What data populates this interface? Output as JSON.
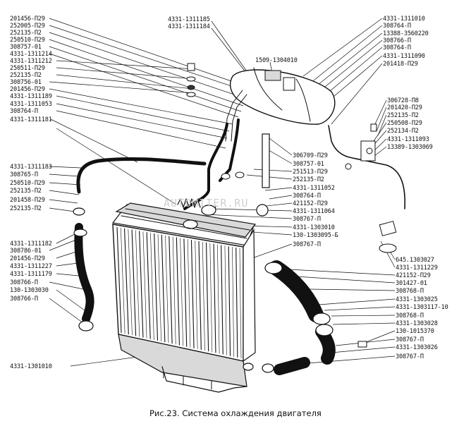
{
  "caption": "Рис.23. Система охлаждения двигателя",
  "watermark": "AUTOMITER.RU",
  "labels_left": [
    "201456-П29",
    "252005-П29",
    "252135-П2",
    "250510-П29",
    "308757-01",
    "4331-1311214",
    "4331-1311212",
    "250511-П29",
    "252135-П2",
    "308756-01",
    "201456-П29",
    "4331-1311189",
    "4331-1311053",
    "308764-П",
    "4331-1311181",
    "4331-1311183",
    "308765-П",
    "250510-П29",
    "252135-П2",
    "201458-П29",
    "252135-П2",
    "4331-1311182",
    "308786-01",
    "201456-П29",
    "4331-1311227",
    "4331-1311179",
    "308766-П",
    "130-1303030",
    "308766-П",
    "4331-1301010"
  ],
  "labels_top": [
    "4331-1311185",
    "4331-1311184",
    "1509-1304010"
  ],
  "labels_right_upper": [
    "4331-1311010",
    "308764-П",
    "13388-3560220",
    "308766-П",
    "308764-П",
    "4331-1311090",
    "201418-П29"
  ],
  "labels_right_mid": [
    "306728-П8",
    "201420-П29",
    "252135-П2",
    "250508-П29",
    "252134-П2",
    "4331-1311093",
    "13389-1303069"
  ],
  "labels_center": [
    "306709-П29",
    "308757-01",
    "251513-П29",
    "252135-П2",
    "4331-1311052",
    "308764-П",
    "421152-П29",
    "4331-1311064",
    "308767-П",
    "4331-1303010",
    "130-1303095-Б",
    "308767-П"
  ],
  "labels_right_lower": [
    "645.1303027",
    "4331-1311229",
    "421152-П29",
    "301427-01",
    "308768-П",
    "4331-1303025",
    "4331-1303117-10",
    "308768-П",
    "4331-1303028",
    "130-1015370",
    "308767-П",
    "4331-1303026",
    "308767-П"
  ]
}
